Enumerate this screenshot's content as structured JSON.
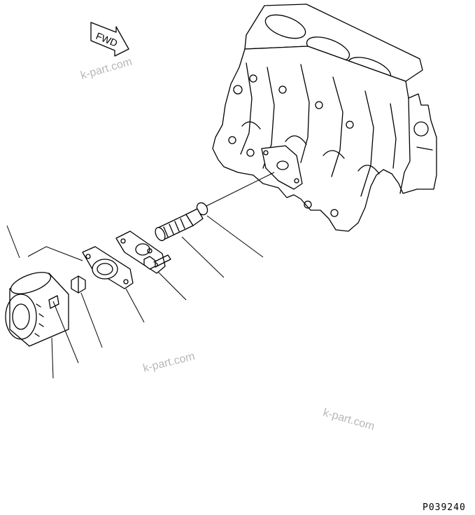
{
  "direction_marker": {
    "label": "FWD",
    "icon": "forward-arrow-icon"
  },
  "drawing_code": "P039240",
  "watermark": {
    "text": "k-part.com"
  },
  "parts": [
    {
      "id": "cylinder-block"
    },
    {
      "id": "o-ring"
    },
    {
      "id": "relief-valve"
    },
    {
      "id": "gasket"
    },
    {
      "id": "filter-head"
    },
    {
      "id": "bolt"
    },
    {
      "id": "connector-nut"
    },
    {
      "id": "oil-filter"
    }
  ],
  "colors": {
    "line": "#000000",
    "background": "#ffffff",
    "watermark": "#b8b8b8"
  }
}
